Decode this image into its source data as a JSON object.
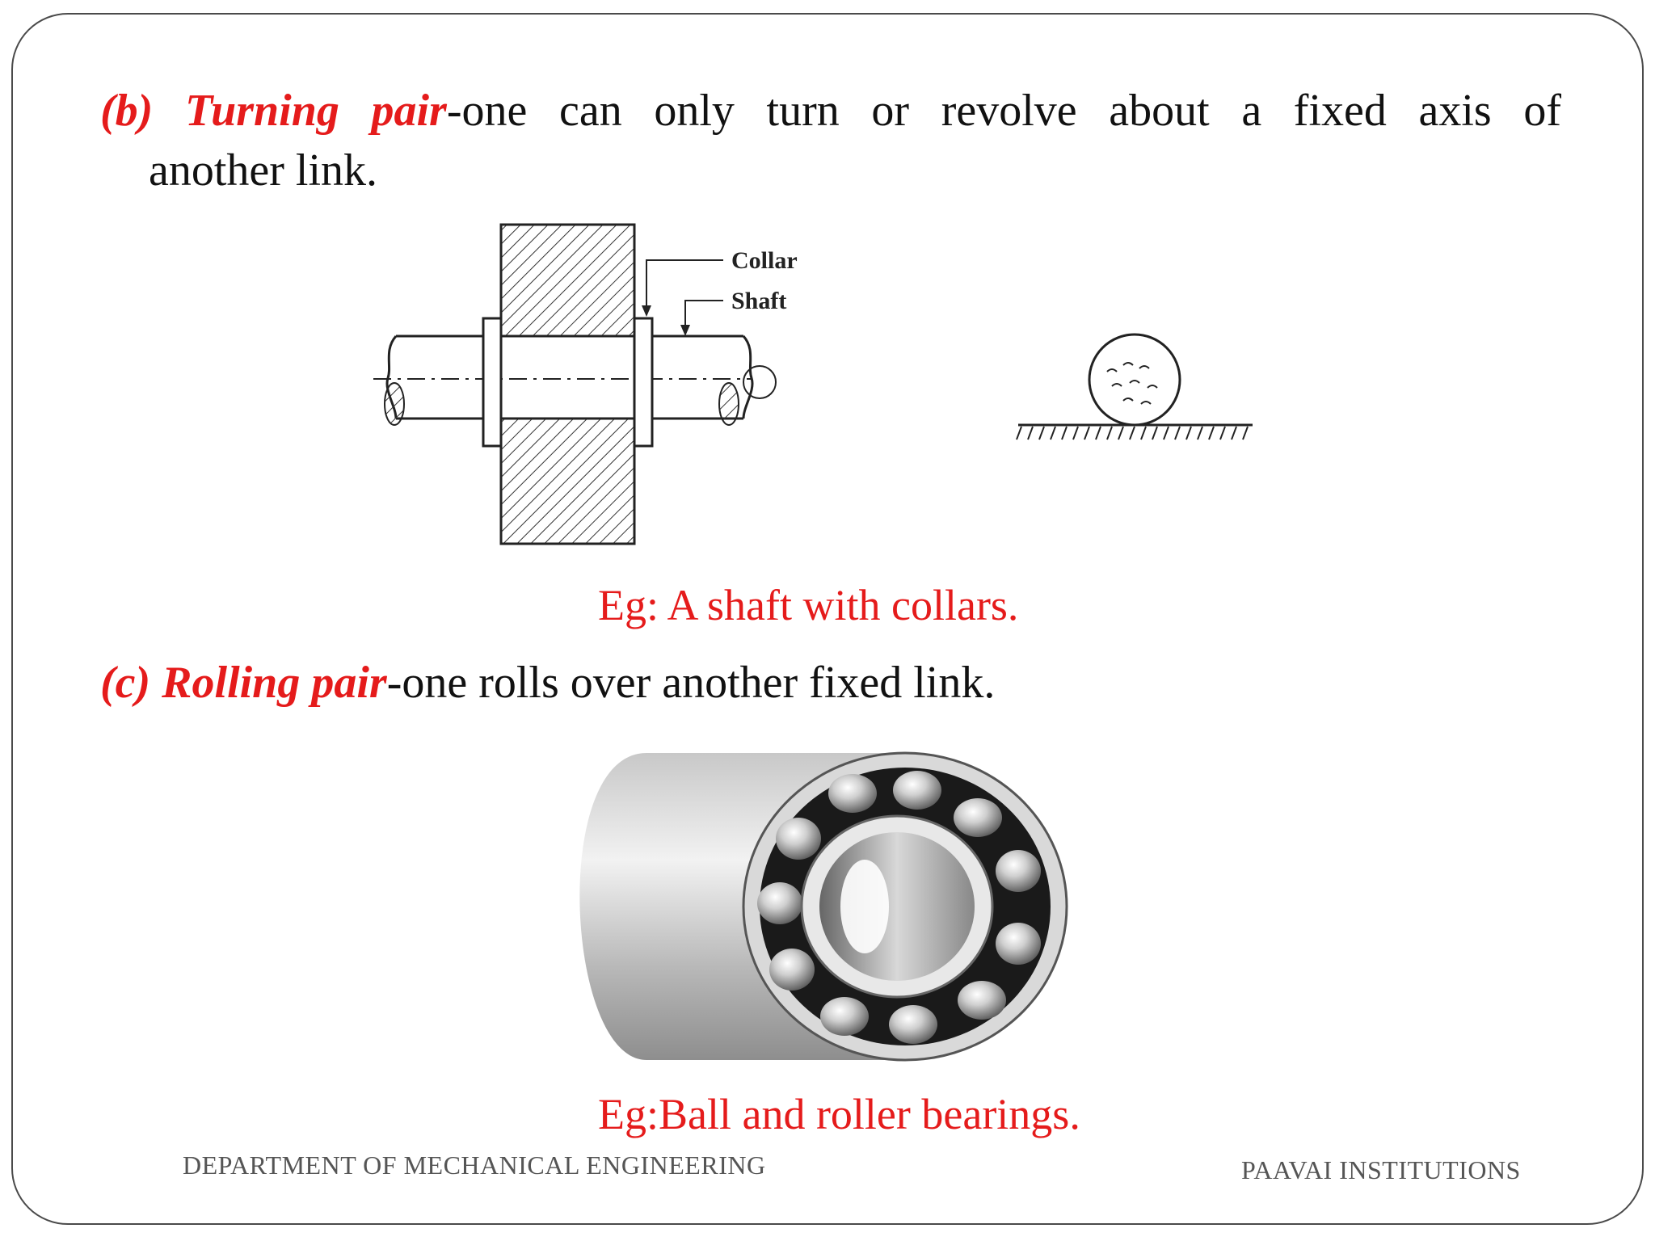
{
  "slide": {
    "turning": {
      "label": "(b) Turning pair",
      "desc": "-one can only turn or revolve about a fixed axis of",
      "desc_cont": "another link."
    },
    "diagram_labels": {
      "collar": "Collar",
      "shaft": "Shaft"
    },
    "caption_turning": "Eg: A shaft with collars.",
    "rolling": {
      "label": "(c) Rolling pair",
      "desc": "-one rolls over another fixed link."
    },
    "caption_rolling": "Eg:Ball and roller bearings.",
    "footer_left": "DEPARTMENT OF MECHANICAL ENGINEERING",
    "footer_right": "PAAVAI  INSTITUTIONS"
  },
  "colors": {
    "accent_red": "#e51b1b",
    "text": "#111111",
    "footer": "#555555"
  }
}
